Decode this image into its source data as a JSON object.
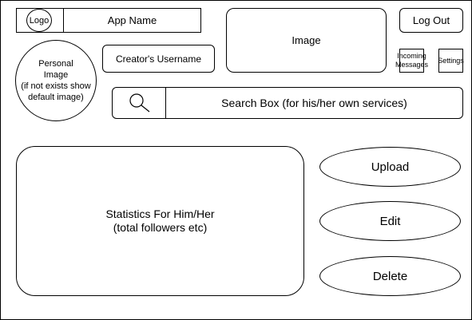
{
  "header": {
    "logo": "Logo",
    "app_name": "App Name",
    "image": "Image",
    "logout": "Log Out"
  },
  "profile": {
    "personal_image": "Personal\nImage\n(if not exists show\ndefault image)",
    "username": "Creator's Username"
  },
  "toolbar": {
    "incoming_messages": "Incoming\nMessages",
    "settings": "Settings"
  },
  "search": {
    "label": "Search Box (for his/her own services)",
    "icon": "magnifier-icon"
  },
  "statistics": {
    "label": "Statistics For Him/Her\n(total followers etc)"
  },
  "actions": {
    "upload": "Upload",
    "edit": "Edit",
    "delete": "Delete"
  }
}
